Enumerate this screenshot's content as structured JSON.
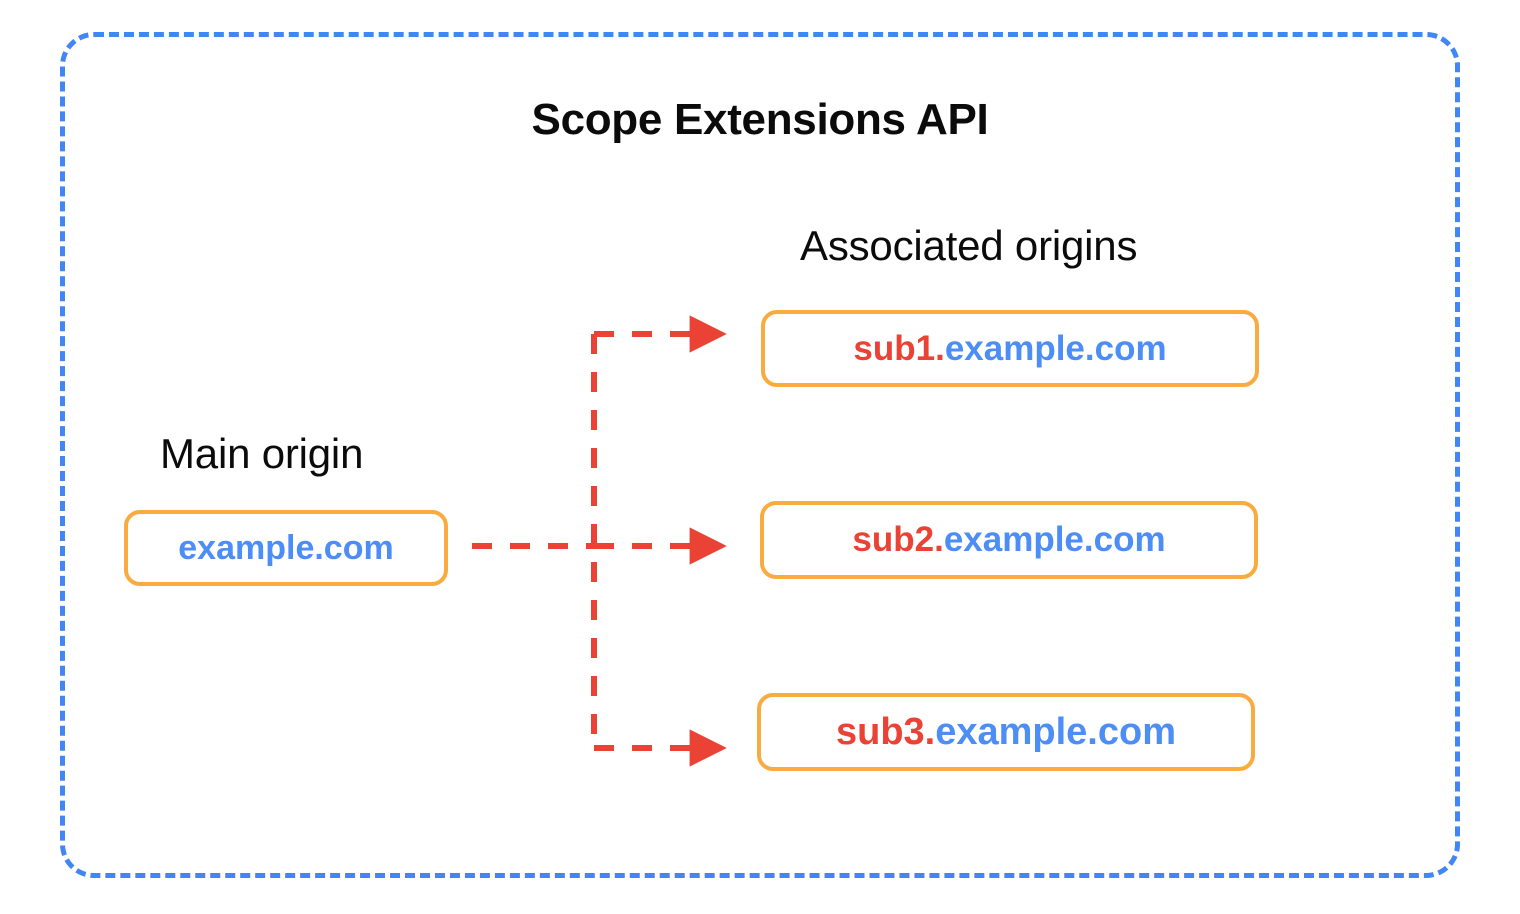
{
  "diagram": {
    "title": "Scope Extensions API",
    "frame_color": "#4285F4",
    "box_border_color": "#F9AB40",
    "arrow_color": "#EA4335",
    "sub_color": "#EA4335",
    "domain_color": "#4C8DF6",
    "text_color": "#0b0b0b"
  },
  "sections": {
    "main_origin": {
      "heading": "Main origin",
      "box": {
        "sub": "",
        "domain": "example.com",
        "full": "example.com"
      }
    },
    "associated_origins": {
      "heading": "Associated origins",
      "boxes": [
        {
          "sub": "sub1.",
          "domain": "example.com",
          "full": "sub1.example.com"
        },
        {
          "sub": "sub2.",
          "domain": "example.com",
          "full": "sub2.example.com"
        },
        {
          "sub": "sub3.",
          "domain": "example.com",
          "full": "sub3.example.com"
        }
      ]
    }
  },
  "connectors": {
    "style": "dashed",
    "color": "#EA4335",
    "count": 3,
    "description": "Main origin branches to three associated origins"
  }
}
